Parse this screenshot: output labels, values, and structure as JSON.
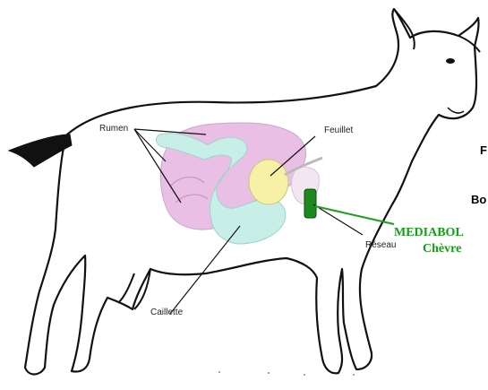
{
  "labels": {
    "rumen": "Rumen",
    "feuillet": "Feuillet",
    "caillette": "Caillette",
    "reseau": "Réseau"
  },
  "cut_text": {
    "line1": "F",
    "line2": "Bo"
  },
  "product": {
    "name": "MEDIABOL",
    "species": "Chèvre"
  },
  "colors": {
    "rumen": "#e9bfe6",
    "reseau": "#f2e6f0",
    "feuillet": "#f7f1a6",
    "caillette": "#c8efe7",
    "bolus": "#1e8a1e",
    "pointer": "#18a018",
    "outline": "#111111"
  }
}
